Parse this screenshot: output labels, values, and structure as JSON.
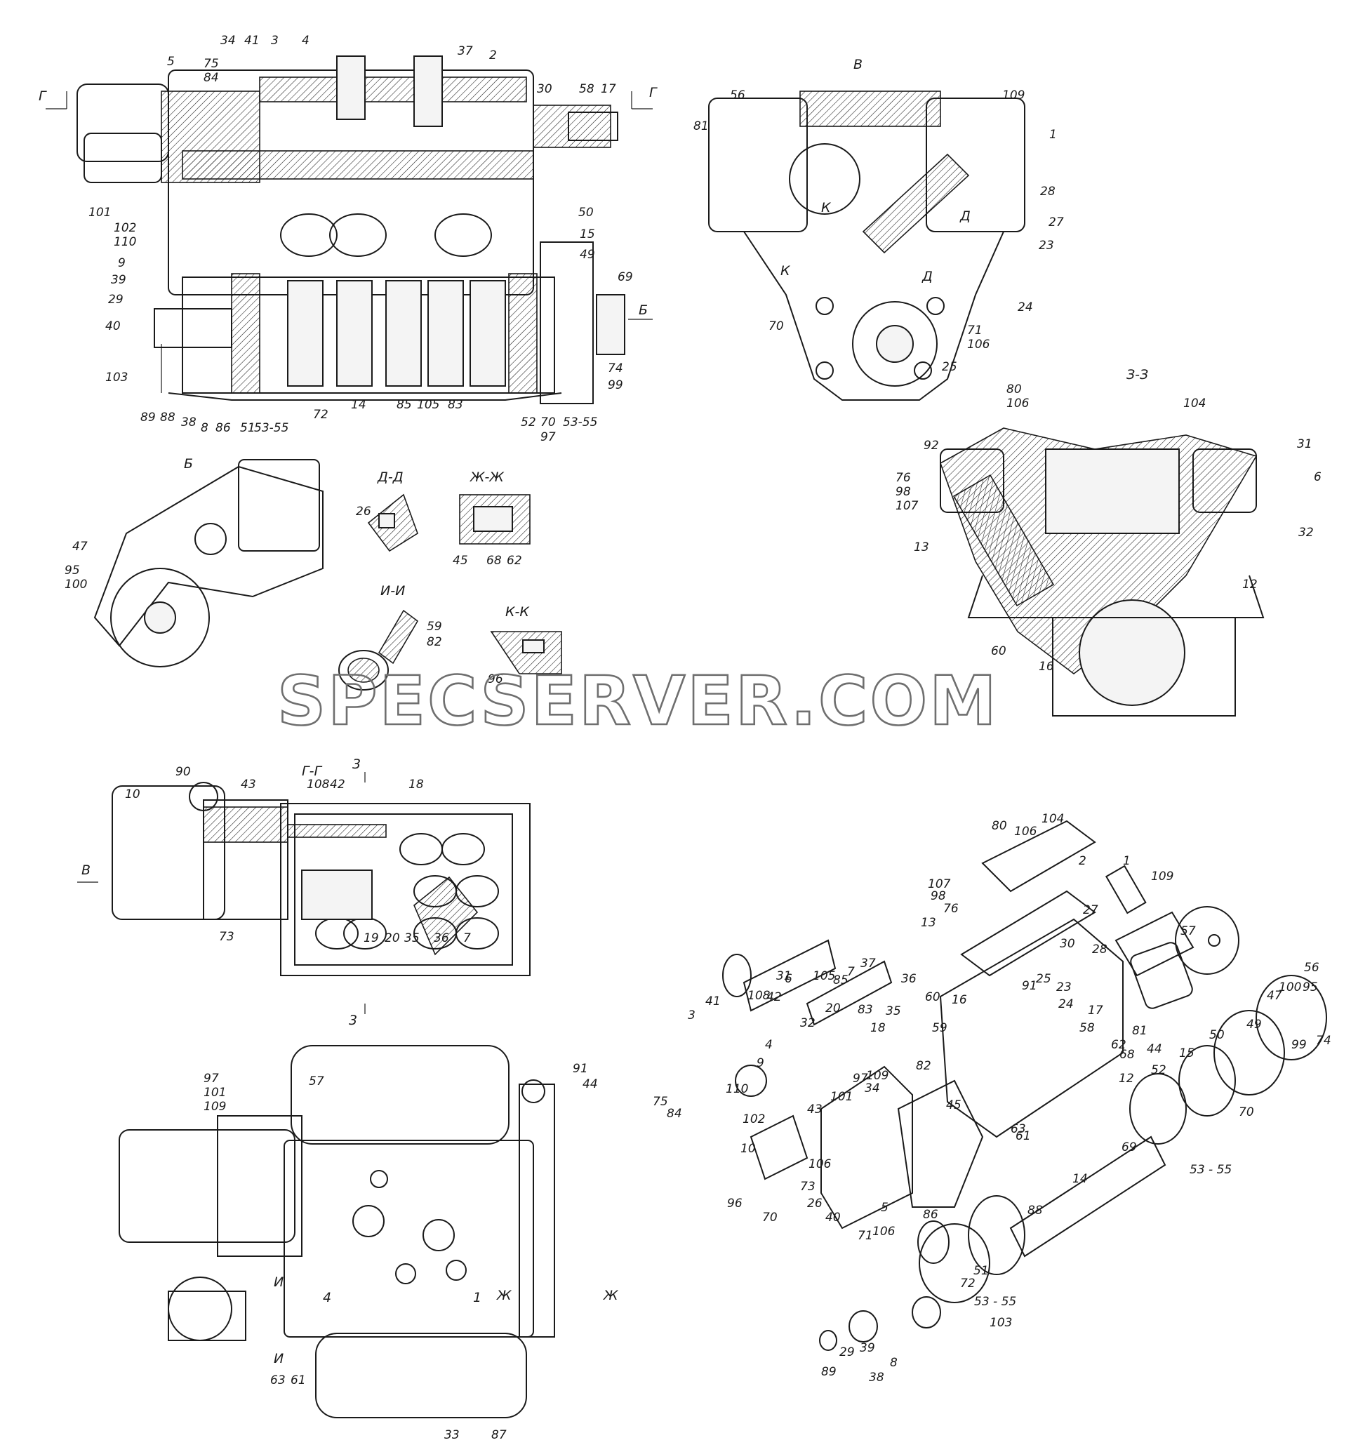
{
  "watermark": "SPECSERVER.COM",
  "views": {
    "main_section": {
      "labels": [
        "5",
        "34",
        "41",
        "3",
        "4",
        "37",
        "2",
        "30",
        "58",
        "17",
        "75",
        "84",
        "101",
        "102",
        "110",
        "9",
        "39",
        "29",
        "40",
        "103",
        "89",
        "88",
        "38",
        "8",
        "86",
        "51",
        "53-55",
        "72",
        "14",
        "85",
        "105",
        "83",
        "52",
        "70",
        "97",
        "53-55",
        "50",
        "15",
        "49",
        "69",
        "74",
        "99"
      ],
      "markers": [
        "Г",
        "Г",
        "Б"
      ]
    },
    "view_v": {
      "title": "В",
      "labels": [
        "56",
        "81",
        "109",
        "1",
        "28",
        "27",
        "23",
        "24",
        "71",
        "106",
        "25",
        "70"
      ],
      "markers": [
        "К",
        "К",
        "Д",
        "Д"
      ]
    },
    "view_b": {
      "title": "Б",
      "labels": [
        "47",
        "95",
        "100"
      ]
    },
    "section_dd": {
      "title": "Д-Д",
      "labels": [
        "26"
      ]
    },
    "section_zhzh": {
      "title": "Ж-Ж",
      "labels": [
        "45",
        "68",
        "62"
      ]
    },
    "section_ii": {
      "title": "И-И",
      "labels": [
        "59",
        "82"
      ]
    },
    "section_kk": {
      "title": "К-К",
      "labels": [
        "96"
      ]
    },
    "section_zz": {
      "title": "З-З",
      "labels": [
        "80",
        "106",
        "104",
        "92",
        "76",
        "98",
        "107",
        "13",
        "31",
        "6",
        "32",
        "12",
        "60",
        "16"
      ]
    },
    "section_gg": {
      "title": "Г-Г",
      "labels": [
        "90",
        "10",
        "43",
        "108",
        "42",
        "18",
        "73",
        "19",
        "20",
        "35",
        "36",
        "7"
      ],
      "markers": [
        "В",
        "3",
        "3"
      ]
    },
    "top_view": {
      "labels": [
        "97",
        "101",
        "109",
        "57",
        "91",
        "44",
        "63",
        "61",
        "33",
        "87",
        "4",
        "1"
      ],
      "markers": [
        "И",
        "И",
        "Ж",
        "Ж"
      ]
    },
    "exploded_view": {
      "labels": [
        "80",
        "106",
        "104",
        "2",
        "1",
        "109",
        "107",
        "98",
        "76",
        "13",
        "27",
        "57",
        "30",
        "28",
        "37",
        "31",
        "105",
        "85",
        "7",
        "36",
        "23",
        "24",
        "6",
        "42",
        "108",
        "20",
        "83",
        "35",
        "60",
        "16",
        "91",
        "25",
        "17",
        "56",
        "41",
        "32",
        "18",
        "59",
        "58",
        "81",
        "3",
        "4",
        "68",
        "62",
        "44",
        "15",
        "82",
        "61",
        "97",
        "109",
        "12",
        "50",
        "52",
        "49",
        "47",
        "100",
        "95",
        "74",
        "99",
        "9",
        "101",
        "110",
        "34",
        "43",
        "45",
        "63",
        "70",
        "102",
        "75",
        "84",
        "10",
        "106",
        "73",
        "26",
        "40",
        "5",
        "96",
        "70",
        "71",
        "106",
        "14",
        "53 - 55",
        "69",
        "88",
        "86",
        "72",
        "51",
        "53 - 55",
        "103",
        "89",
        "29",
        "39",
        "38",
        "8"
      ]
    }
  }
}
